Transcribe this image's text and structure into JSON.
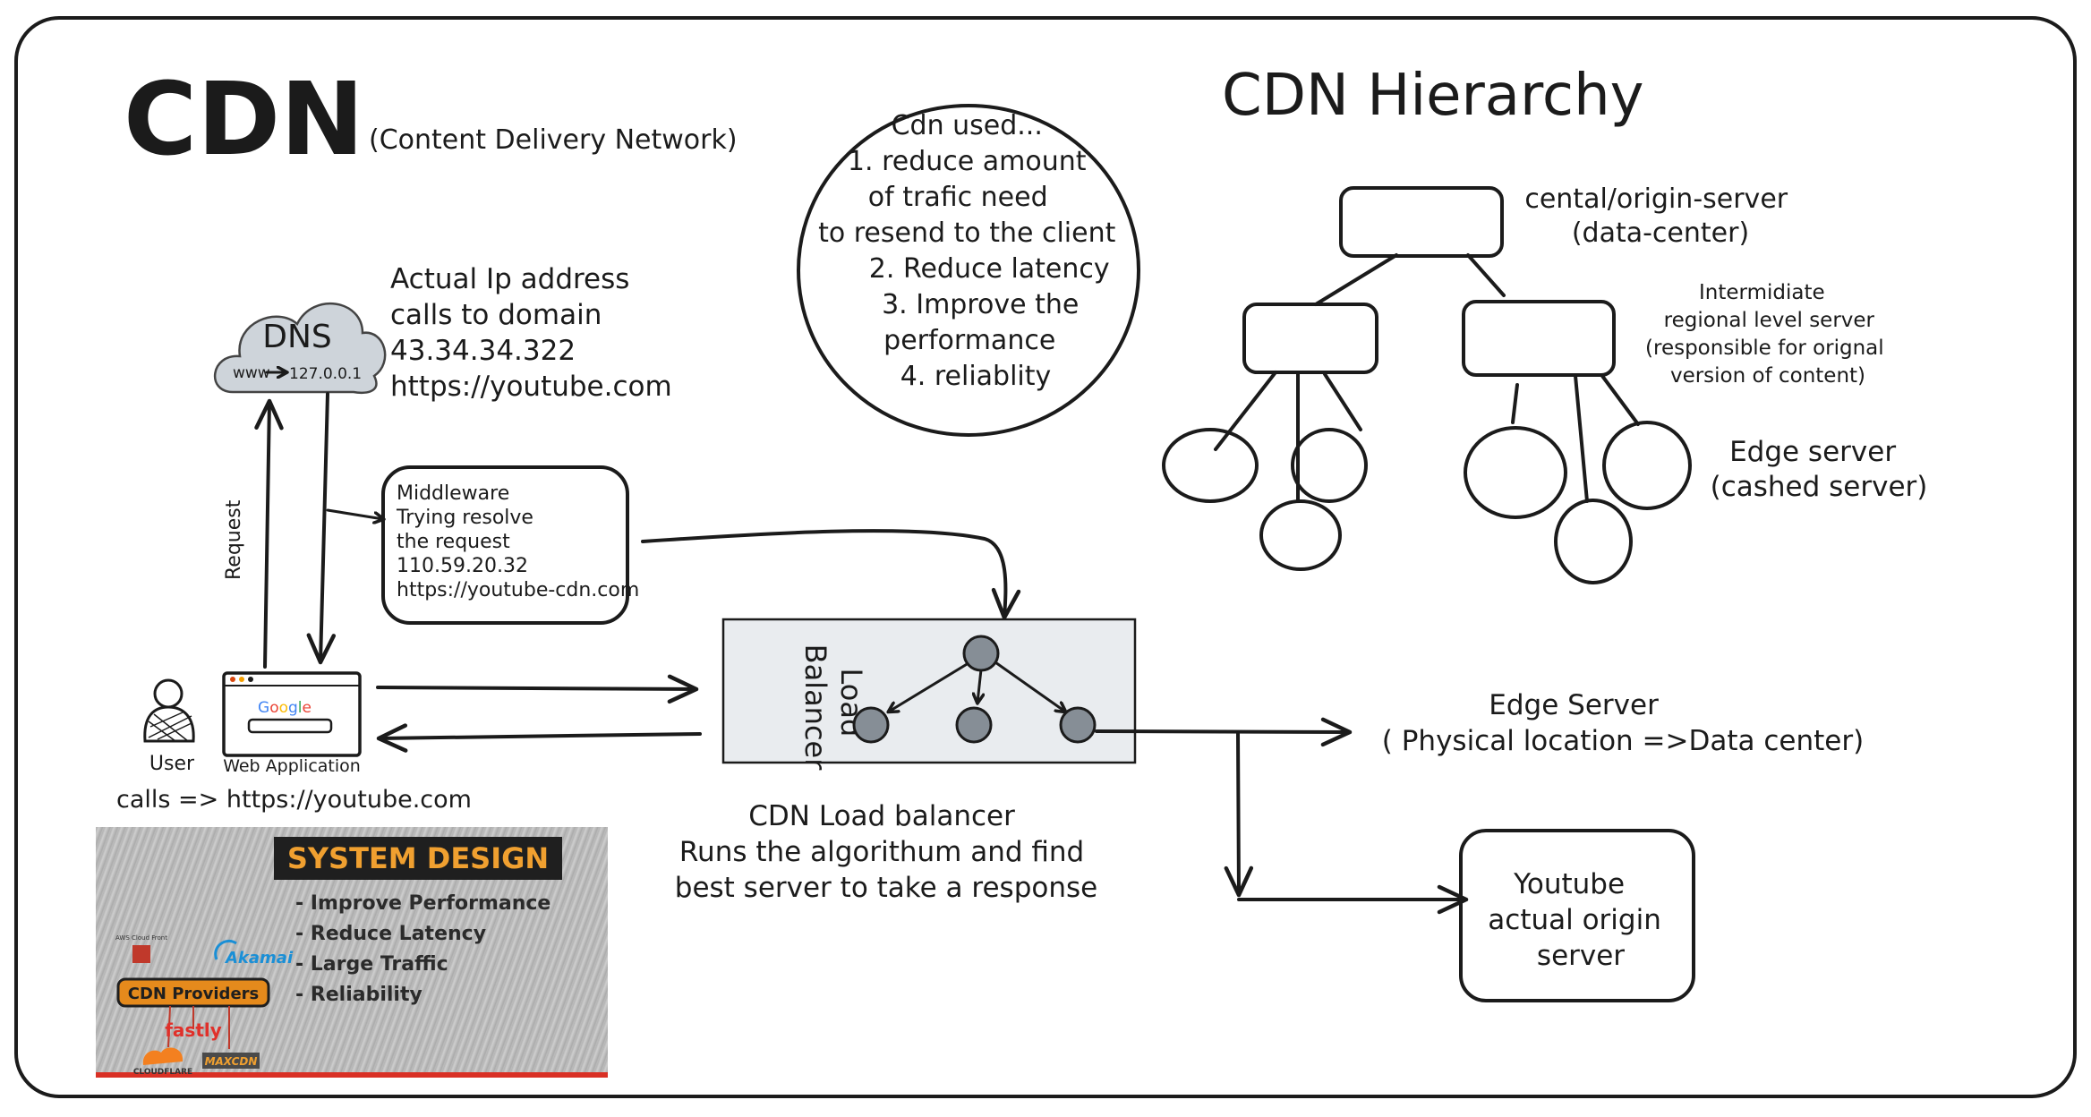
{
  "title": {
    "main": "CDN",
    "sub": "(Content Delivery Network)"
  },
  "hierarchy": {
    "title": "CDN Hierarchy",
    "origin_label": [
      "cental/origin-server",
      "(data-center)"
    ],
    "regional_label": [
      "Intermidiate",
      "regional level server",
      "(responsible for orignal",
      "version of content)"
    ],
    "edge_label": [
      "Edge server",
      "(cashed server)"
    ]
  },
  "uses": {
    "lines": [
      "Cdn used...",
      "1. reduce amount",
      "of trafic need",
      "to resend to the client",
      "2. Reduce latency",
      "3. Improve the",
      "performance",
      "4. reliablity"
    ]
  },
  "dns": {
    "label": "DNS",
    "mapping_from": "www",
    "mapping_to": "127.0.0.1",
    "note": [
      "Actual Ip address",
      "calls to domain",
      "43.34.34.322",
      "https://youtube.com"
    ]
  },
  "request_label": "Request",
  "middleware": {
    "lines": [
      "Middleware",
      "Trying resolve",
      "the request",
      "110.59.20.32",
      "https://youtube-cdn.com"
    ]
  },
  "client": {
    "user_label": "User",
    "app_label": "Web Application",
    "search_logo": [
      "G",
      "o",
      "o",
      "g",
      "l",
      "e"
    ],
    "calls": "calls => https://youtube.com"
  },
  "load_balancer": {
    "label": [
      "Load",
      "Balancer"
    ],
    "caption": [
      "CDN Load balancer",
      "Runs the algorithum and find",
      "best server to take a response"
    ]
  },
  "edge": {
    "label": [
      "Edge Server",
      "( Physical location =>Data center)"
    ]
  },
  "origin": {
    "lines": [
      "Youtube",
      "actual origin",
      "server"
    ]
  },
  "thumbnail": {
    "banner": "SYSTEM DESIGN",
    "bullets": [
      "- Improve Performance",
      "- Reduce Latency",
      "- Large Traffic",
      "- Reliability"
    ],
    "providers_label": "CDN Providers",
    "provider_names": [
      "AWS Cloud Front",
      "Akamai",
      "fastly",
      "CLOUDFLARE",
      "MAXCDN"
    ]
  },
  "colors": {
    "ink": "#1b1b1b",
    "node_fill": "#868e96",
    "lb_panel": "#e9ecef",
    "dns_cloud": "#ced4da",
    "banner_bg": "#1f1f1f",
    "banner_text": "#f0a030",
    "providers_bg": "#e58a1c",
    "fastly": "#e0302a",
    "akamai": "#1a8fd6",
    "cloudflare": "#f38020"
  }
}
